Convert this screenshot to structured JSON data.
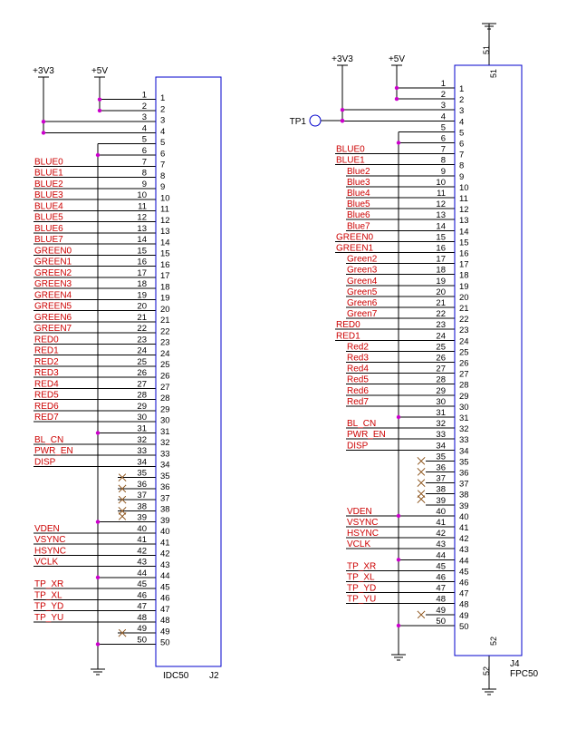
{
  "colors": {
    "wire": "#000000",
    "label": "#cc0000",
    "component": "#0000cc",
    "junction": "#cc00cc",
    "noconnect": "#996633"
  },
  "left": {
    "ref": "J2",
    "part": "IDC50",
    "power1": "+3V3",
    "power2": "+5V",
    "wire_labels": [
      [
        "BLUE0",
        7
      ],
      [
        "BLUE1",
        8
      ],
      [
        "BLUE2",
        9
      ],
      [
        "BLUE3",
        10
      ],
      [
        "BLUE4",
        11
      ],
      [
        "BLUE5",
        12
      ],
      [
        "BLUE6",
        13
      ],
      [
        "BLUE7",
        14
      ],
      [
        "GREEN0",
        15
      ],
      [
        "GREEN1",
        16
      ],
      [
        "GREEN2",
        17
      ],
      [
        "GREEN3",
        18
      ],
      [
        "GREEN4",
        19
      ],
      [
        "GREEN5",
        20
      ],
      [
        "GREEN6",
        21
      ],
      [
        "GREEN7",
        22
      ],
      [
        "RED0",
        23
      ],
      [
        "RED1",
        24
      ],
      [
        "RED2",
        25
      ],
      [
        "RED3",
        26
      ],
      [
        "RED4",
        27
      ],
      [
        "RED5",
        28
      ],
      [
        "RED6",
        29
      ],
      [
        "RED7",
        30
      ],
      [
        "BL_CN",
        32
      ],
      [
        "PWR_EN",
        33
      ],
      [
        "DISP",
        34
      ],
      [
        "VDEN",
        40
      ],
      [
        "VSYNC",
        41
      ],
      [
        "HSYNC",
        42
      ],
      [
        "VCLK",
        43
      ],
      [
        "TP_XR",
        45
      ],
      [
        "TP_XL",
        46
      ],
      [
        "TP_YD",
        47
      ],
      [
        "TP_YU",
        48
      ]
    ],
    "nc_pins": [
      35,
      36,
      37,
      38,
      39,
      49
    ],
    "gnd_pins": [
      6,
      31,
      39,
      44,
      50
    ]
  },
  "right": {
    "ref": "J4",
    "part": "FPC50",
    "power1": "+3V3",
    "power2": "+5V",
    "testpoint": "TP1",
    "top_pin": "51",
    "bottom_pin": "52",
    "wire_labels": [
      [
        "BLUE0",
        7
      ],
      [
        "BLUE1",
        8
      ],
      [
        "Blue2",
        9
      ],
      [
        "Blue3",
        10
      ],
      [
        "Blue4",
        11
      ],
      [
        "Blue5",
        12
      ],
      [
        "Blue6",
        13
      ],
      [
        "Blue7",
        14
      ],
      [
        "GREEN0",
        15
      ],
      [
        "GREEN1",
        16
      ],
      [
        "Green2",
        17
      ],
      [
        "Green3",
        18
      ],
      [
        "Green4",
        19
      ],
      [
        "Green5",
        20
      ],
      [
        "Green6",
        21
      ],
      [
        "Green7",
        22
      ],
      [
        "RED0",
        23
      ],
      [
        "RED1",
        24
      ],
      [
        "Red2",
        25
      ],
      [
        "Red3",
        26
      ],
      [
        "Red4",
        27
      ],
      [
        "Red5",
        28
      ],
      [
        "Red6",
        29
      ],
      [
        "Red7",
        30
      ],
      [
        "BL_CN",
        32
      ],
      [
        "PWR_EN",
        33
      ],
      [
        "DISP",
        34
      ],
      [
        "VDEN",
        40
      ],
      [
        "VSYNC",
        41
      ],
      [
        "HSYNC",
        42
      ],
      [
        "VCLK",
        43
      ],
      [
        "TP_XR",
        45
      ],
      [
        "TP_XL",
        46
      ],
      [
        "TP_YD",
        47
      ],
      [
        "TP_YU",
        48
      ]
    ],
    "nc_pins": [
      35,
      36,
      37,
      38,
      39,
      49
    ],
    "gnd_pins": [
      6,
      31,
      40,
      44,
      50
    ]
  }
}
